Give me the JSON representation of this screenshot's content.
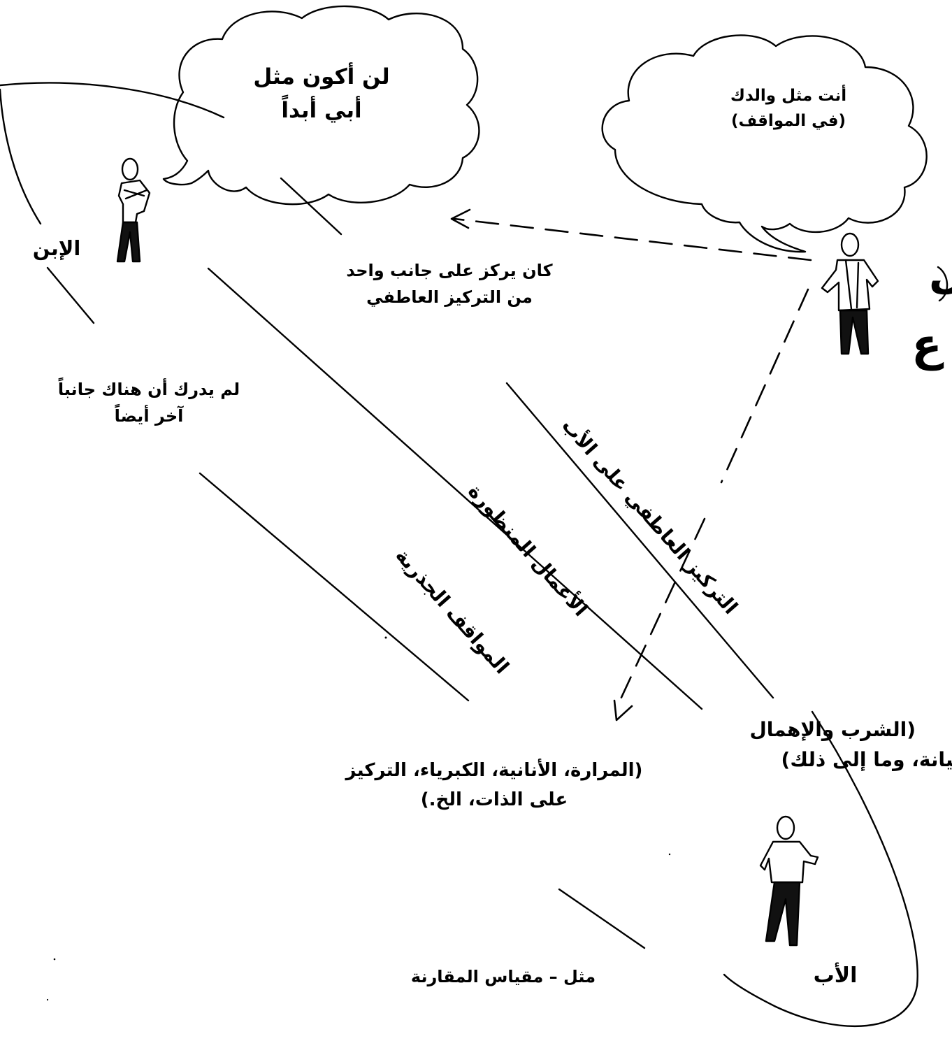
{
  "son_label": "الإبن",
  "father_label": "الأب",
  "son_thought": [
    "لن أكون مثل",
    "أبي أبداً"
  ],
  "observer_thought": [
    "أنت مثل والدك",
    "(في المواقف)"
  ],
  "one_side_note": [
    "كان يركز على جانب واحد",
    "من التركيز العاطفي"
  ],
  "other_side_note": [
    "لم يدرك أن هناك جانباً",
    "آخر أيضاً"
  ],
  "emotional_focus_label": "التركيز العاطفي على الأب",
  "visible_actions_label": "الأعمال المنظورة",
  "root_attitudes_label": "المواقف الجذرية",
  "visible_examples": [
    "(الشرب والإهمال",
    "والخيانة، وما إلى ذلك)"
  ],
  "root_examples": [
    "(المرارة، الأنانية، الكبرياء، التركيز",
    "على الذات، الخ.)"
  ],
  "comparison_label": "مثل – مقياس المقارنة",
  "edge_glyphs": [
    "ل",
    "ع"
  ]
}
